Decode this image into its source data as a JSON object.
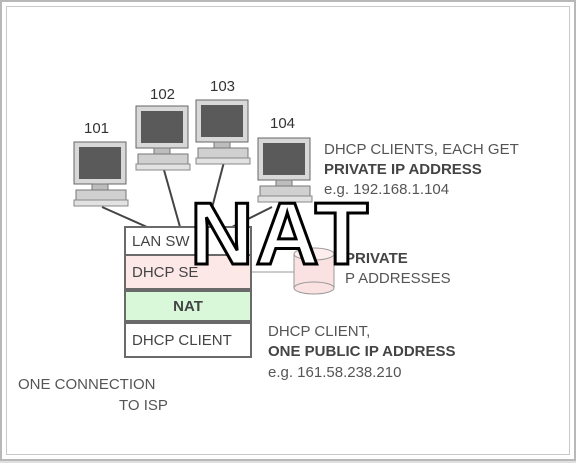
{
  "pcs": [
    {
      "label": "101"
    },
    {
      "label": "102"
    },
    {
      "label": "103"
    },
    {
      "label": "104"
    }
  ],
  "clients_note": {
    "line1": "DHCP CLIENTS, EACH GET",
    "line2": "PRIVATE IP ADDRESS",
    "line3": "e.g. 192.168.1.104"
  },
  "stack": {
    "lan_switch": "LAN SW",
    "dhcp_server": "DHCP SE",
    "nat": "NAT",
    "dhcp_client": "DHCP CLIENT"
  },
  "pool_note": {
    "line1": "PRIVATE",
    "line2": "P ADDRESSES"
  },
  "public_note": {
    "line1": "DHCP CLIENT,",
    "line2": "ONE PUBLIC IP ADDRESS",
    "line3": "e.g. 161.58.238.210"
  },
  "isp_note": {
    "line1": "ONE CONNECTION",
    "line2": "TO ISP"
  },
  "overlay_title": "NAT",
  "colors": {
    "dhcp_server_fill": "#fde8e8",
    "nat_fill": "#d9f7d9",
    "pool_fill": "#fbe2e2"
  }
}
